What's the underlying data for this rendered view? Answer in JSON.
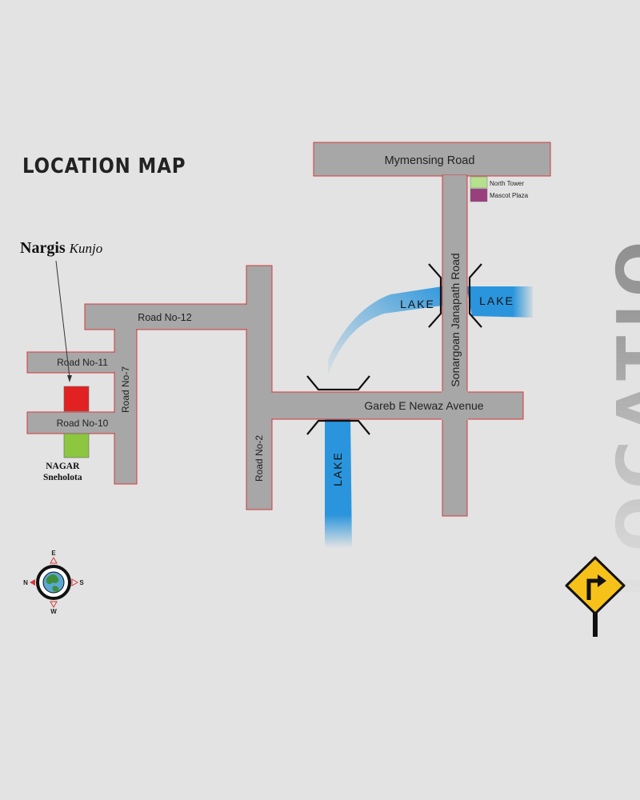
{
  "title": "LOCATION MAP",
  "watermark": "LOCATION MAP",
  "site": {
    "name": "Nargis",
    "suffix": "Kunjo"
  },
  "neighbor": {
    "line1": "NAGAR",
    "line2": "Sneholota"
  },
  "roads": {
    "mymensing": "Mymensing Road",
    "road12": "Road No-12",
    "road11": "Road No-11",
    "road10": "Road No-10",
    "road7": "Road No-7",
    "road2": "Road No-2",
    "gareb": "Gareb E Newaz Avenue",
    "sonargoan": "Sonargoan Janapath Road"
  },
  "lakes": {
    "north_west": "LAKE",
    "north_east": "LAKE",
    "south": "LAKE"
  },
  "legend": [
    {
      "label": "North Tower",
      "color": "#b5e08e"
    },
    {
      "label": "Mascot Plaza",
      "color": "#9b3e7e"
    }
  ],
  "compass": {
    "top": "E",
    "bottom": "W",
    "left": "N",
    "right": "S"
  },
  "colors": {
    "road": "#a7a7a7",
    "road_border": "#d43a3a",
    "lake": "#2a95dc",
    "site": "#e22222",
    "neighbor": "#8dc63f",
    "sign": "#f6c21a",
    "background": "#e3e3e3"
  },
  "icons": {
    "compass": "compass-icon",
    "sign": "turn-right-sign-icon"
  }
}
